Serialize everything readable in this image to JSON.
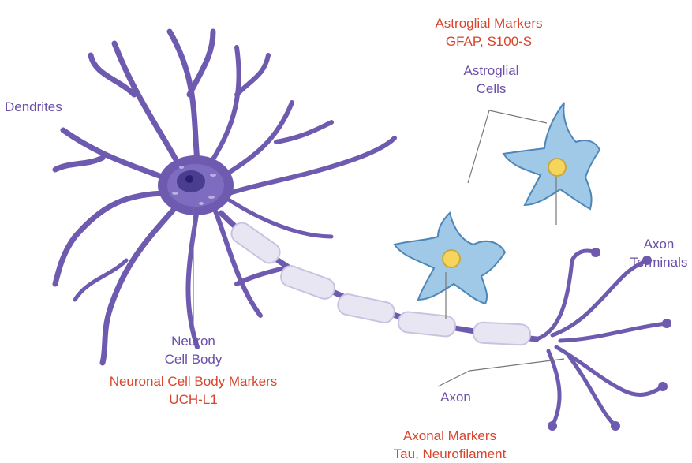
{
  "labels": {
    "dendrites": "Dendrites",
    "astroglial_markers_title": "Astroglial Markers",
    "astroglial_markers_list": "GFAP, S100-S",
    "astroglial_cells_line1": "Astroglial",
    "astroglial_cells_line2": "Cells",
    "axon_terminals_line1": "Axon",
    "axon_terminals_line2": "Terminals",
    "neuron_line1": "Neuron",
    "neuron_line2": "Cell Body",
    "neuronal_markers_title": "Neuronal Cell Body Markers",
    "neuronal_markers_list": "UCH-L1",
    "axon": "Axon",
    "axonal_markers_title": "Axonal Markers",
    "axonal_markers_list": "Tau, Neurofilament"
  },
  "colors": {
    "neuron": "#6e5bb0",
    "neuron_dark": "#4a3d8f",
    "nucleus": "#3b2f8a",
    "myelin": "#e8e6f3",
    "myelin_edge": "#c9c3e0",
    "astrocyte": "#9fc9e6",
    "astrocyte_edge": "#4f86b8",
    "astrocyte_nucleus": "#f6d55c",
    "leader_line": "#777777",
    "marker_text": "#d9442c",
    "label_text": "#6b4fa8"
  }
}
